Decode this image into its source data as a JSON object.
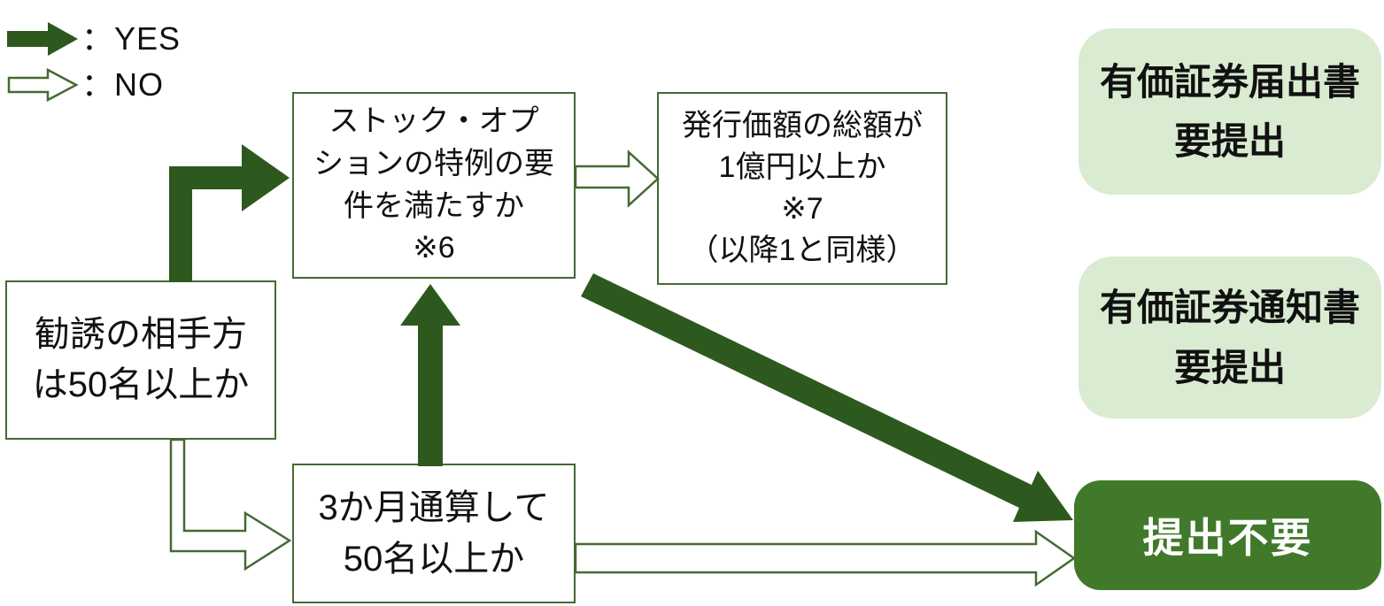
{
  "diagram": {
    "legend": {
      "yes_label": "：YES",
      "no_label": "：NO"
    },
    "nodes": {
      "solicitation": {
        "text": "勧誘の相手方\nは50名以上か"
      },
      "stock_option": {
        "text": "ストック・オプ\nションの特例の要\n件を満たすか\n※6"
      },
      "issue_price": {
        "text": "発行価額の総額が\n1億円以上か\n※7\n（以降1と同様）"
      },
      "three_months": {
        "text": "3か月通算して\n50名以上か"
      }
    },
    "results": {
      "registration": {
        "text": "有価証券届出書\n要提出"
      },
      "notification": {
        "text": "有価証券通知書\n要提出"
      },
      "not_required": {
        "text": "提出不要"
      }
    },
    "colors": {
      "yes_arrow_green": "#2E591E",
      "outline_green": "#446A33",
      "light_green_fill": "#D9EBD1",
      "result_green_fill": "#41792A",
      "text_black": "#111111"
    }
  }
}
